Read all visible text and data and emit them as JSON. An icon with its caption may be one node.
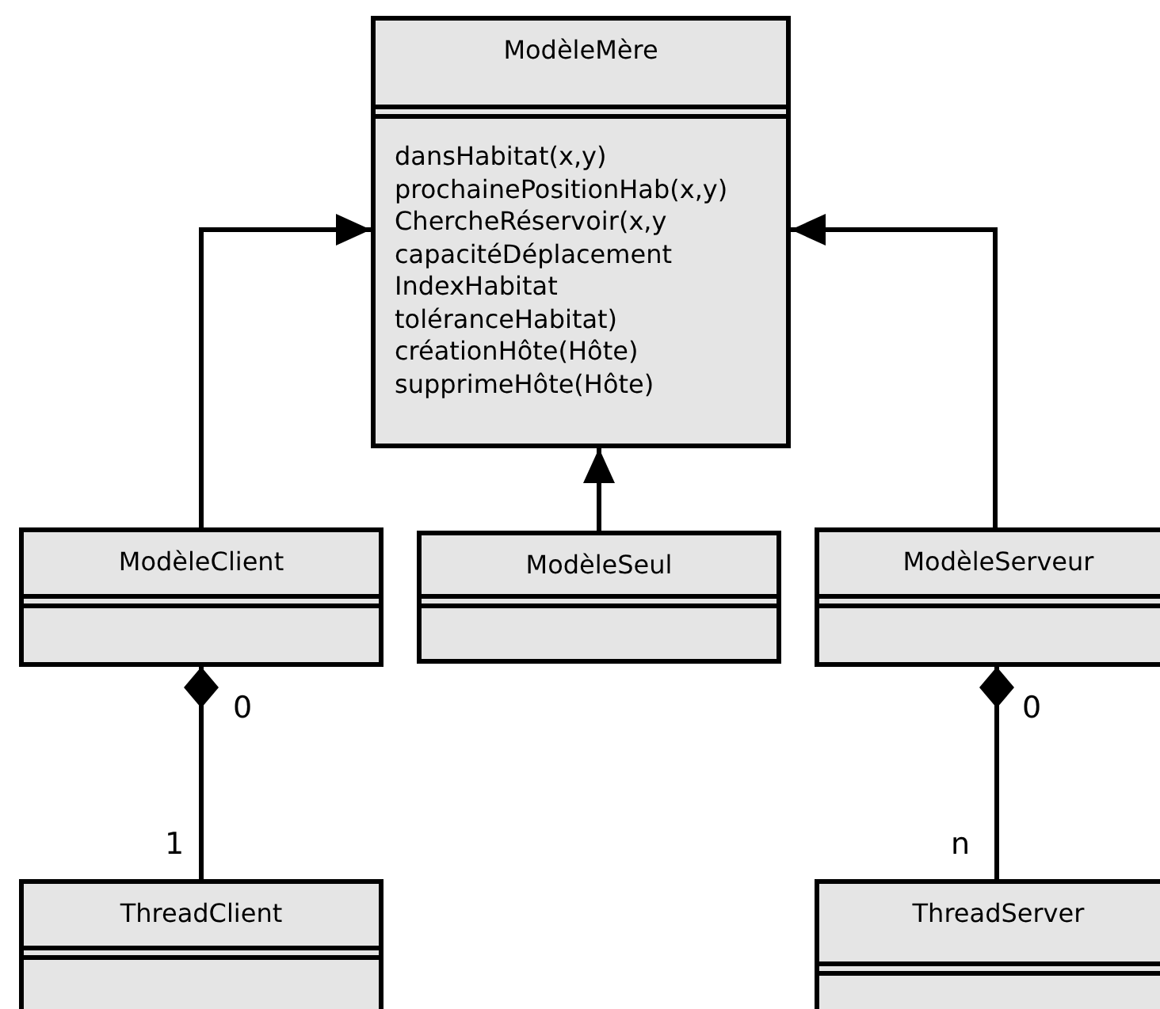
{
  "diagram": {
    "nodes": [
      {
        "text": [
          "ModèleMère",
          "dansHabitat(x,y)",
          "prochainePositionHab(x,y)",
          "ChercheRéservoir(x,y",
          "capacitéDéplacement",
          "IndexHabitat",
          "toléranceHabitat)",
          "créationHôte(Hôte)",
          "supprimeHôte(Hôte)"
        ]
      },
      {
        "text": [
          "ModèleClient"
        ]
      },
      {
        "text": [
          "ModèleSeul"
        ]
      },
      {
        "text": [
          "ModèleServeur"
        ]
      },
      {
        "text": [
          "ThreadClient"
        ]
      },
      {
        "text": [
          "ThreadServer"
        ]
      }
    ],
    "edges": [
      {
        "from": 1,
        "to": 0,
        "arrow": "to"
      },
      {
        "from": 2,
        "to": 0,
        "arrow": "to"
      },
      {
        "from": 3,
        "to": 0,
        "arrow": "to"
      },
      {
        "from": 1,
        "to": 4,
        "arrow": "other"
      },
      {
        "from": 3,
        "to": 5,
        "arrow": "other"
      }
    ],
    "labels": [
      "0",
      "0",
      "1",
      "n"
    ]
  }
}
